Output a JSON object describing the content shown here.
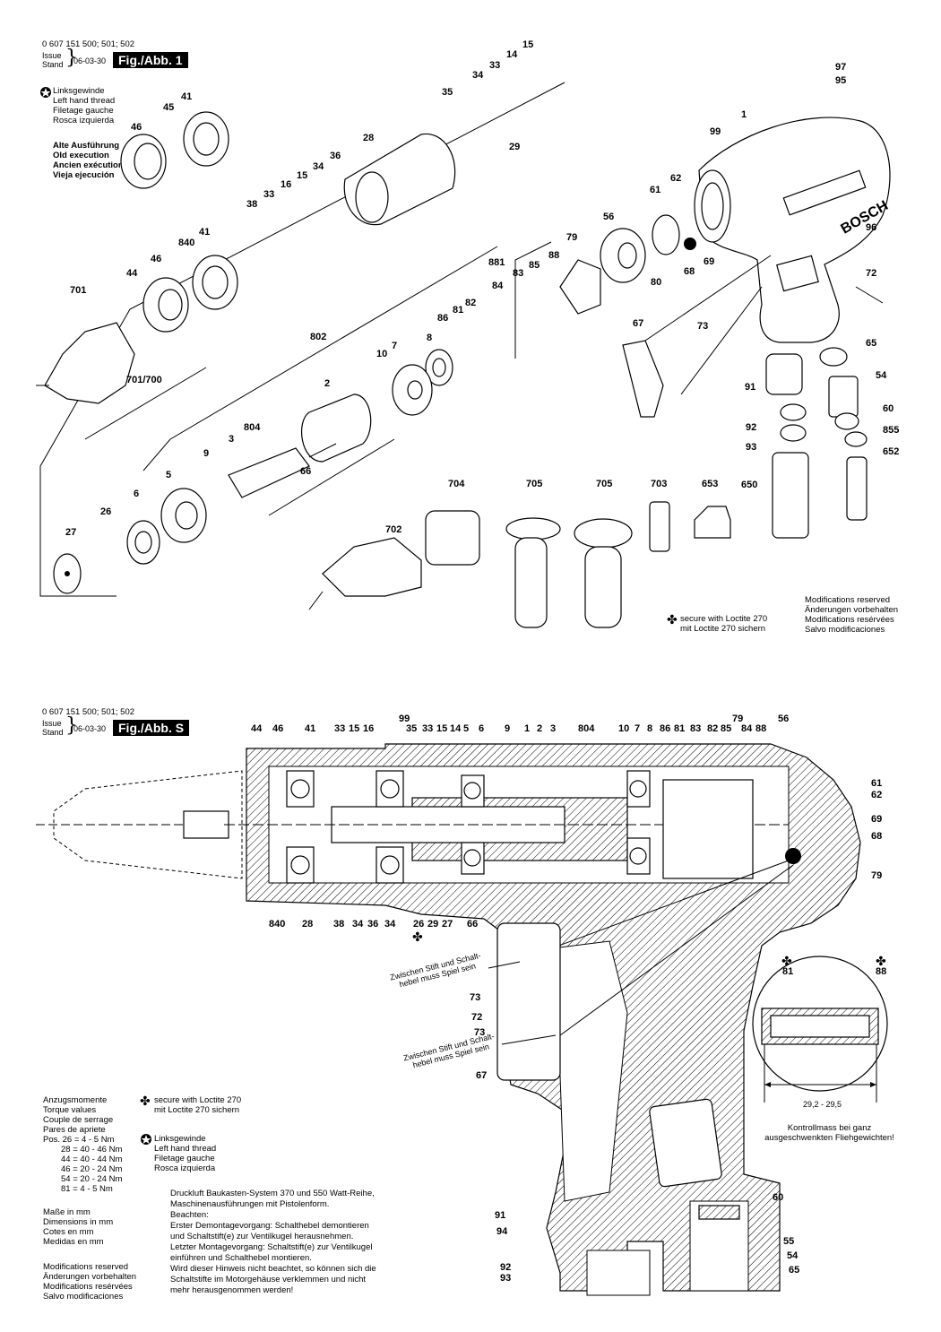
{
  "top": {
    "model": "0 607 151 500; 501; 502",
    "issue_label": "Issue",
    "stand_label": "Stand",
    "date": "06-03-30",
    "figure_badge": "Fig./Abb. 1",
    "left_thread_lines": [
      "Linksgewinde",
      "Left hand thread",
      "Filetage gauche",
      "Rosca izquierda"
    ],
    "old_exec_lines": [
      "Alte Ausführung",
      "Old execution",
      "Ancien exécution",
      "Vieja ejecución"
    ],
    "loctite_lines": [
      "secure with Loctite 270",
      "mit Loctite 270 sichern"
    ],
    "modifications": [
      "Modifications reserved",
      "Änderungen vorbehalten",
      "Modifications resérvées",
      "Salvo modificaciones"
    ],
    "brand": "BOSCH",
    "callouts": [
      "15",
      "14",
      "33",
      "34",
      "35",
      "97",
      "95",
      "41",
      "45",
      "46",
      "29",
      "1",
      "99",
      "28",
      "36",
      "34",
      "15",
      "16",
      "33",
      "38",
      "62",
      "61",
      "96",
      "56",
      "41",
      "840",
      "46",
      "881",
      "83",
      "85",
      "88",
      "79",
      "69",
      "68",
      "72",
      "44",
      "80",
      "84",
      "82",
      "81",
      "86",
      "67",
      "73",
      "701",
      "802",
      "8",
      "10",
      "7",
      "65",
      "91",
      "54",
      "2",
      "701/700",
      "804",
      "3",
      "9",
      "92",
      "60",
      "855",
      "93",
      "652",
      "66",
      "5",
      "650",
      "6",
      "26",
      "704",
      "705",
      "705",
      "703",
      "653",
      "27",
      "702"
    ]
  },
  "bottom": {
    "model": "0 607 151 500; 501; 502",
    "issue_label": "Issue",
    "stand_label": "Stand",
    "date": "06-03-30",
    "figure_badge": "Fig./Abb. S",
    "top_callouts": [
      "44",
      "46",
      "41",
      "33",
      "15",
      "16",
      "99",
      "35",
      "33",
      "15",
      "14",
      "5",
      "6",
      "9",
      "1",
      "2",
      "3",
      "804",
      "10",
      "7",
      "8",
      "86",
      "81",
      "83",
      "82",
      "85",
      "79",
      "84",
      "88",
      "56"
    ],
    "right_callouts": [
      "61",
      "62",
      "69",
      "68",
      "79"
    ],
    "bottom_callouts": [
      "840",
      "28",
      "38",
      "34",
      "36",
      "34",
      "26",
      "29",
      "27",
      "66"
    ],
    "side_callouts": [
      "73",
      "72",
      "73",
      "67",
      "91",
      "94",
      "92",
      "93",
      "60",
      "55",
      "54",
      "65"
    ],
    "inset_callouts": [
      "81",
      "88"
    ],
    "play_note": [
      "Zwischen Stift und Schalt-",
      "hebel muss Spiel sein"
    ],
    "dimension": "29,2 - 29,5",
    "control_note": [
      "Kontrollmass bei ganz",
      "ausgeschwenkten Fliehgewichten!"
    ],
    "torque_title_lines": [
      "Anzugsmomente",
      "Torque values",
      "Couple de serrage",
      "Pares de apriete"
    ],
    "torque_rows": [
      "Pos. 26 =   4 -   5 Nm",
      "28 =  40 - 46 Nm",
      "44 =  40 - 44 Nm",
      "46 =  20 - 24 Nm",
      "54 =  20 - 24 Nm",
      "81 =   4 -   5 Nm"
    ],
    "dimensions_lines": [
      "Maße in mm",
      "Dimensions in mm",
      "Cotes en mm",
      "Medidas en mm"
    ],
    "modifications": [
      "Modifications reserved",
      "Änderungen vorbehalten",
      "Modifications resérvées",
      "Salvo modificaciones"
    ],
    "loctite_lines": [
      "secure with Loctite 270",
      "mit Loctite 270 sichern"
    ],
    "left_thread_lines": [
      "Linksgewinde",
      "Left hand thread",
      "Filetage gauche",
      "Rosca izquierda"
    ],
    "notes": [
      "Druckluft Baukasten-System 370 und 550 Watt-Reihe,",
      "Maschinenausführungen mit Pistolenform.",
      "Beachten:",
      "Erster Demontagevorgang: Schalthebel demontieren",
      "und Schaltstift(e) zur Ventilkugel herausnehmen.",
      "Letzter Montagevorgang: Schaltstift(e) zur Ventilkugel",
      "einführen und Schalthebel montieren.",
      "Wird dieser Hinweis nicht beachtet, so können sich die",
      "Schaltstifte im Motorgehäuse verklemmen und nicht",
      "mehr herausgenommen werden!"
    ]
  }
}
